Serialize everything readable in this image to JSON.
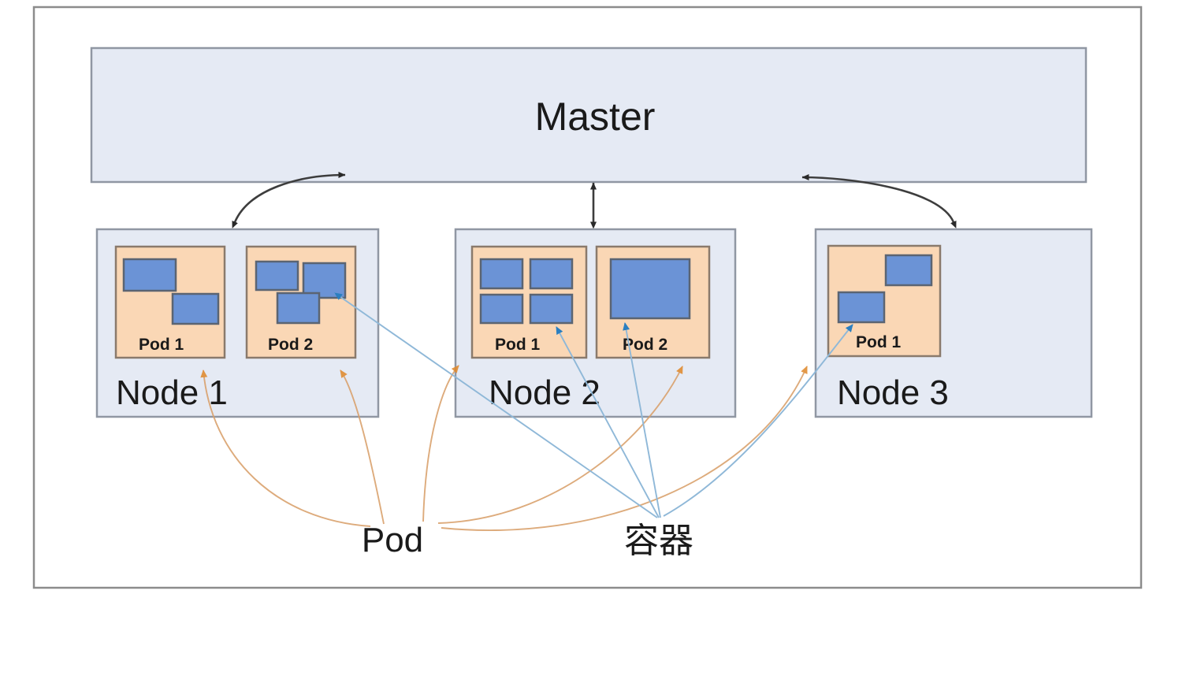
{
  "diagram": {
    "title_label": "Master",
    "legend": {
      "pod_label": "Pod",
      "container_label": "容器"
    },
    "colors": {
      "node_fill": "#e5eaf4",
      "node_stroke": "#9097a3",
      "pod_fill": "#fad7b5",
      "pod_stroke": "#8a7a6c",
      "container_fill": "#6b93d6",
      "container_stroke": "#5b6472",
      "frame_stroke": "#8c8c8c",
      "master_link": "#3d3d3d",
      "pod_link": "#d9a06a",
      "container_link": "#8fb8d8"
    },
    "nodes": [
      {
        "label": "Node 1",
        "pods": [
          {
            "label": "Pod 1",
            "container_count": 2
          },
          {
            "label": "Pod 2",
            "container_count": 3
          }
        ]
      },
      {
        "label": "Node 2",
        "pods": [
          {
            "label": "Pod 1",
            "container_count": 4
          },
          {
            "label": "Pod 2",
            "container_count": 1
          }
        ]
      },
      {
        "label": "Node 3",
        "pods": [
          {
            "label": "Pod 1",
            "container_count": 2
          }
        ]
      }
    ]
  }
}
